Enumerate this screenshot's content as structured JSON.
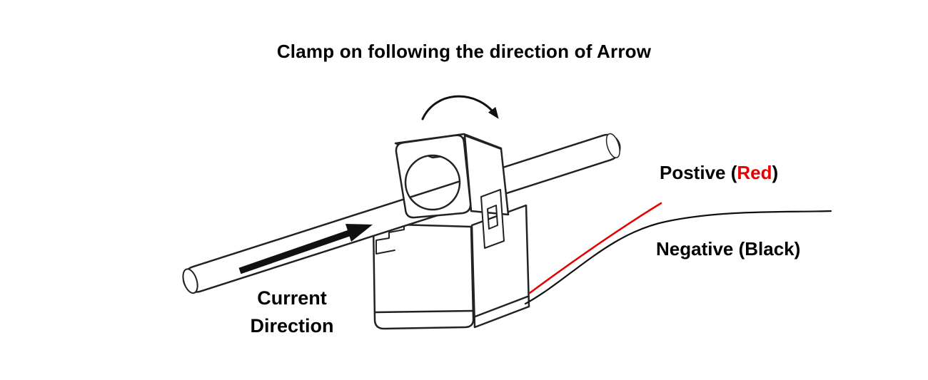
{
  "title": "Clamp on following the direction of Arrow",
  "labels": {
    "current_direction": {
      "line1": "Current",
      "line2": "Direction"
    },
    "positive": {
      "prefix": "Postive (",
      "highlight": "Red",
      "suffix": ")"
    },
    "negative": "Negative (Black)"
  },
  "colors": {
    "red": "#e60000",
    "black": "#111111",
    "outline": "#222222"
  },
  "icons": {
    "rotation_arrow": "rotation-arrow-icon",
    "current_arrow": "current-direction-arrow-icon"
  }
}
